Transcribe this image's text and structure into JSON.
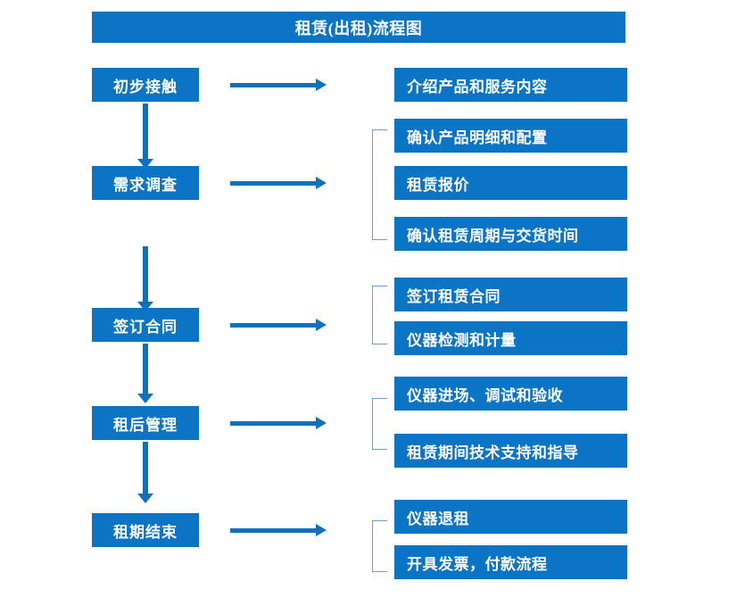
{
  "title": "租赁(出租)流程图",
  "colors": {
    "box_blue": "#0b74c4",
    "arrow_blue": "#1170bb",
    "bracket_gray_blue": "#6f9ed0",
    "text_white": "#ffffff",
    "background": "#ffffff"
  },
  "stages": [
    {
      "label": "初步接触",
      "details": [
        "介绍产品和服务内容"
      ],
      "bracketed": false
    },
    {
      "label": "需求调查",
      "details": [
        "确认产品明细和配置",
        "租赁报价",
        "确认租赁周期与交货时间"
      ],
      "bracketed": true
    },
    {
      "label": "签订合同",
      "details": [
        "签订租赁合同",
        "仪器检测和计量"
      ],
      "bracketed": true
    },
    {
      "label": "租后管理",
      "details": [
        "仪器进场、调试和验收",
        "租赁期间技术支持和指导"
      ],
      "bracketed": true
    },
    {
      "label": "租期结束",
      "details": [
        "仪器退租",
        "开具发票，付款流程"
      ],
      "bracketed": true
    }
  ],
  "connectors": {
    "down_arrow_count": 4,
    "right_arrow_count": 5,
    "bracket_count": 4
  }
}
